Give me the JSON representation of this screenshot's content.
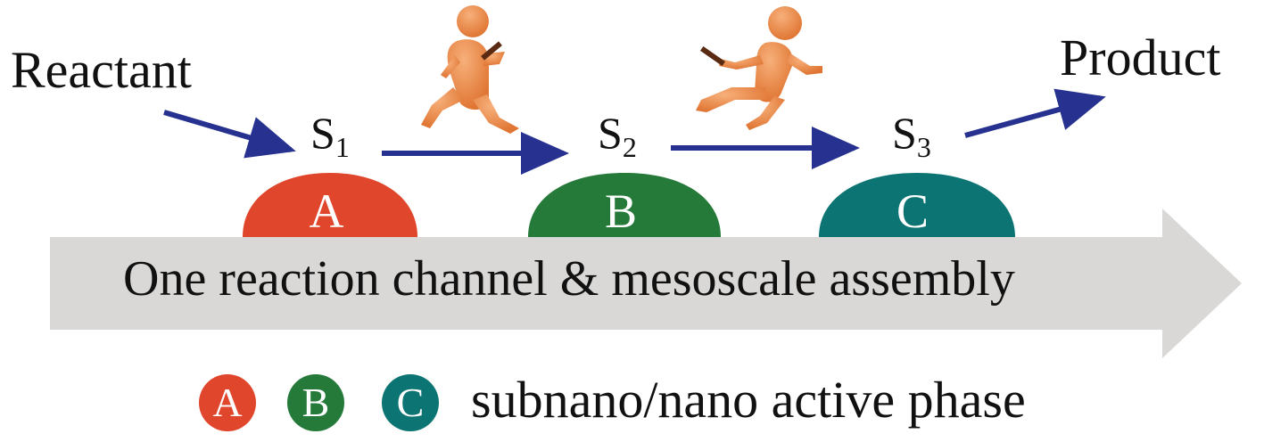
{
  "labels": {
    "reactant": "Reactant",
    "product": "Product",
    "channel": "One reaction channel & mesoscale assembly",
    "legend_description": "subnano/nano active phase"
  },
  "species": [
    {
      "letter": "S",
      "index": "1"
    },
    {
      "letter": "S",
      "index": "2"
    },
    {
      "letter": "S",
      "index": "3"
    }
  ],
  "phases": [
    {
      "letter": "A",
      "color": "#e0462b"
    },
    {
      "letter": "B",
      "color": "#257a3a"
    },
    {
      "letter": "C",
      "color": "#0c7473"
    }
  ],
  "colors": {
    "arrow": "#27318f",
    "channel_fill": "#d9d8d6",
    "runner": "#f08a4b"
  }
}
